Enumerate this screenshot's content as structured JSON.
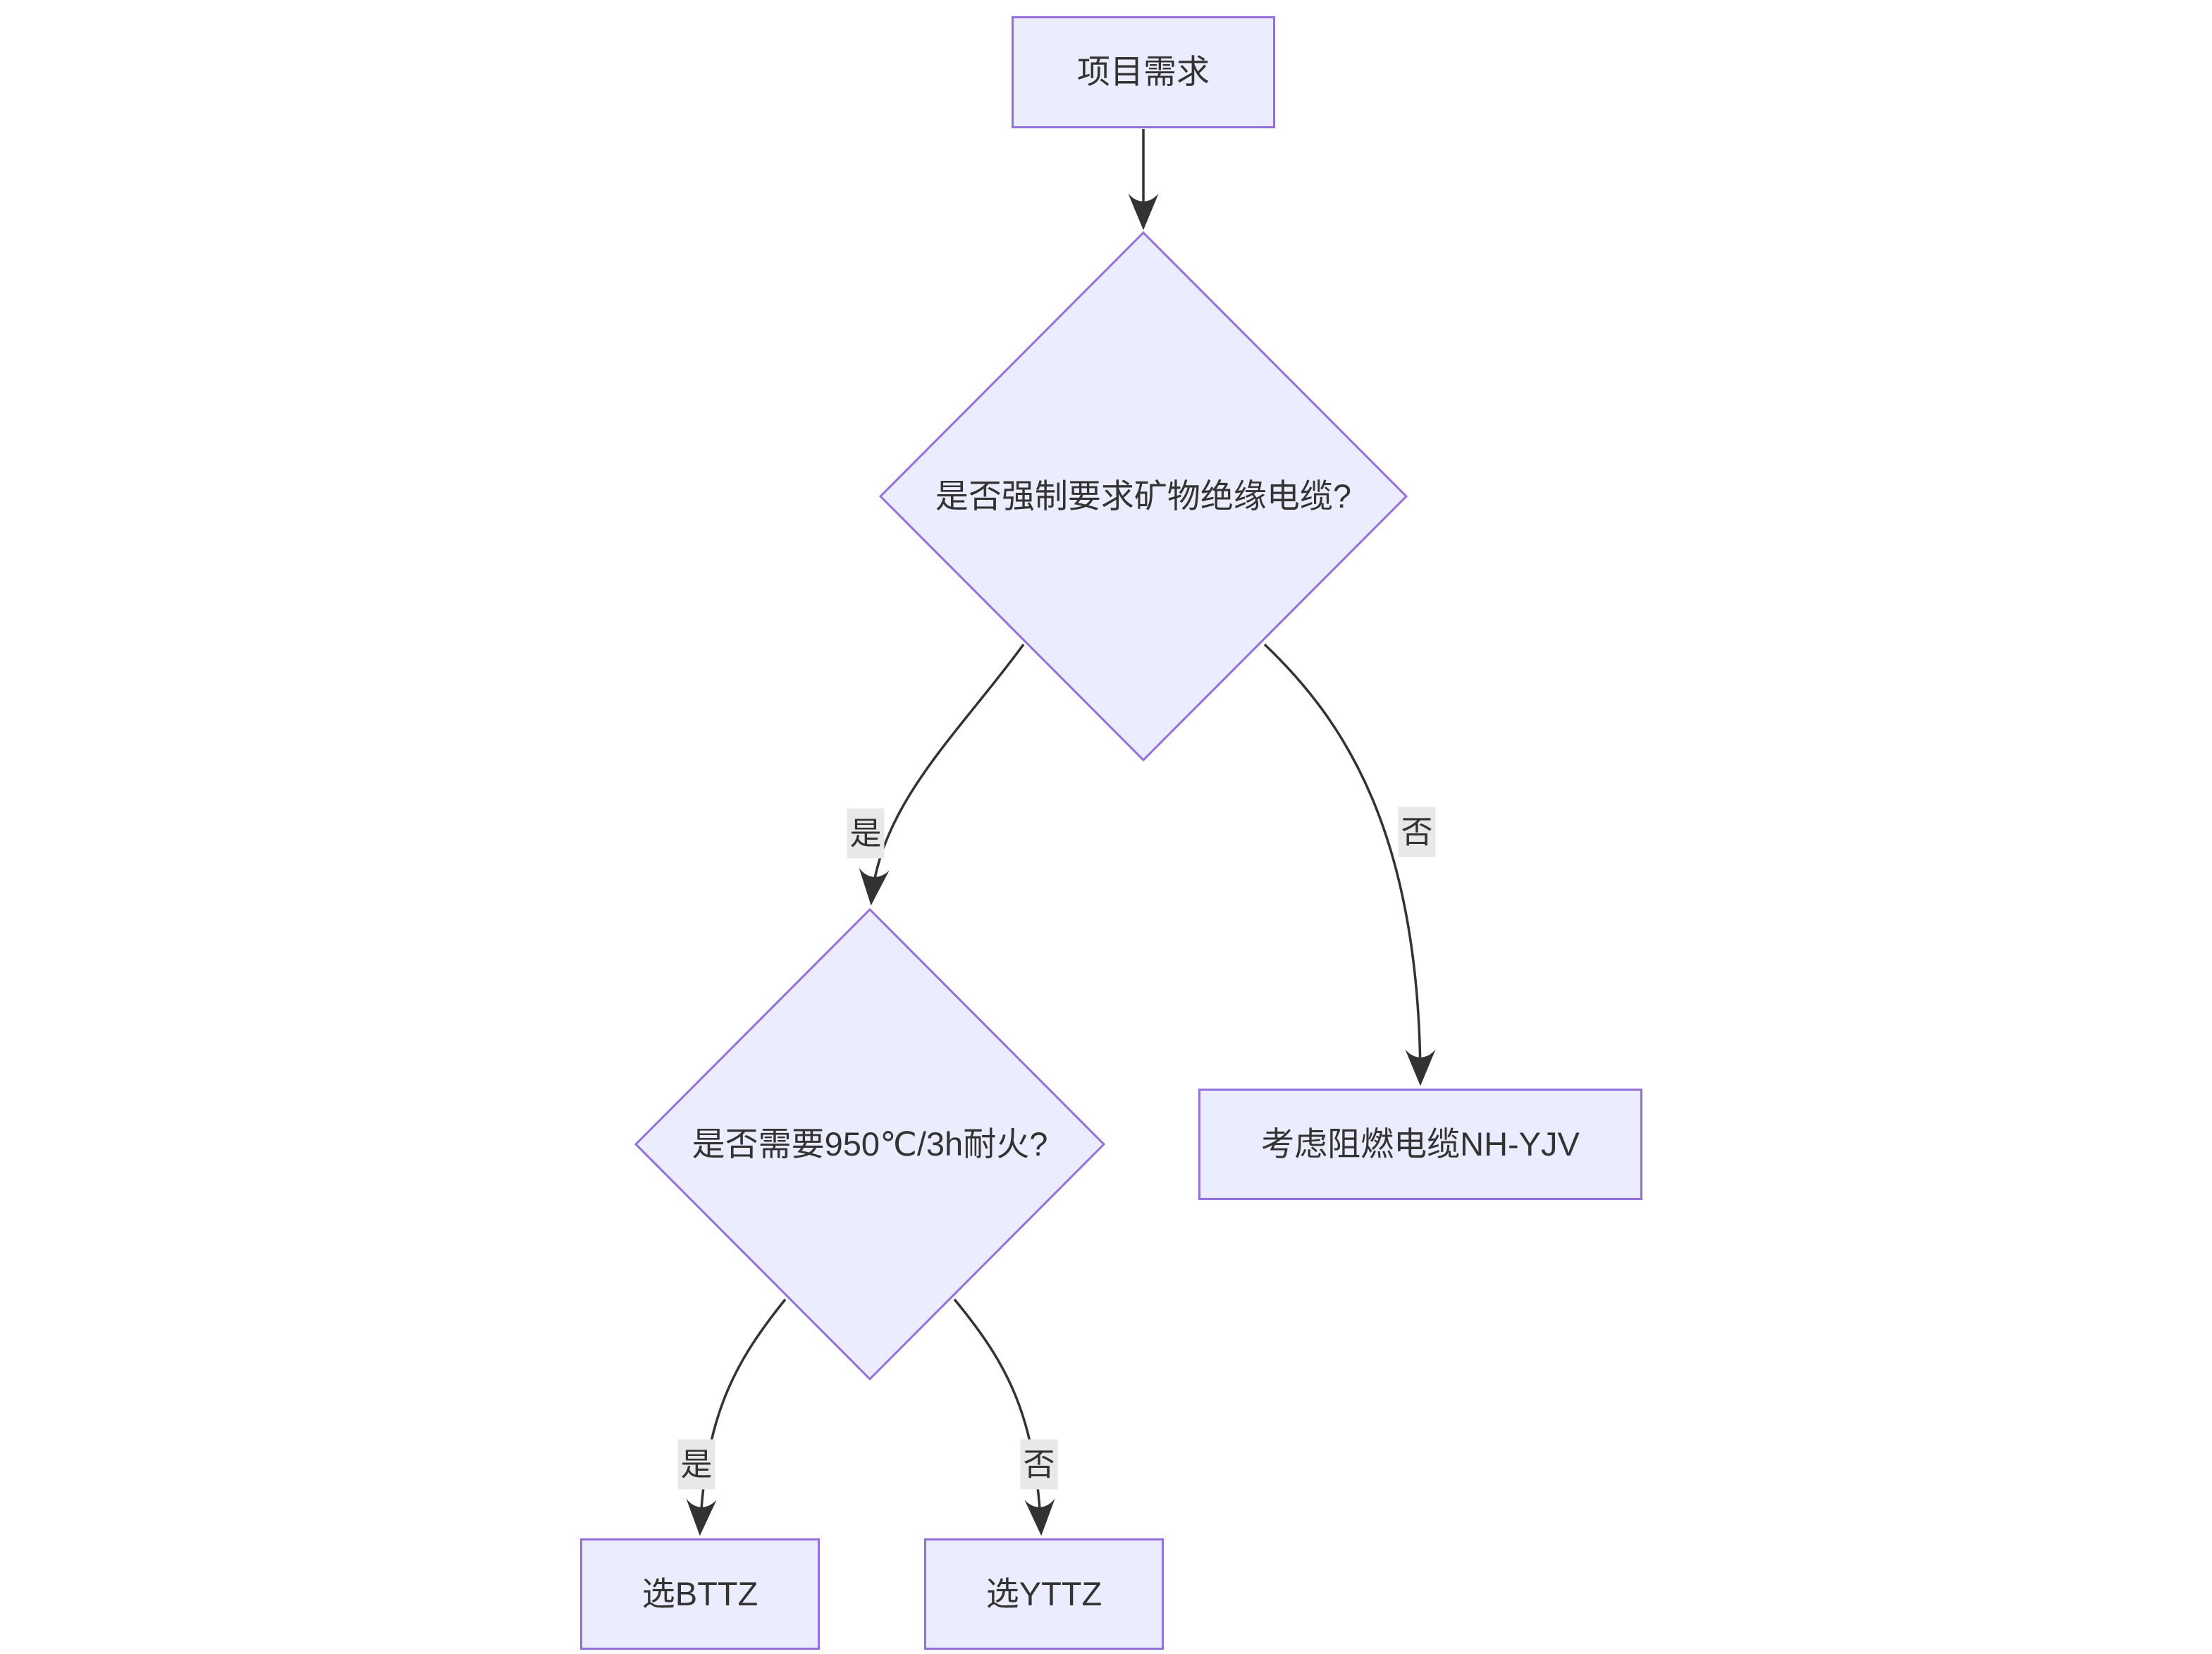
{
  "diagram": {
    "type": "flowchart",
    "direction": "top-down",
    "nodes": [
      {
        "id": "start",
        "shape": "rect",
        "label": "项目需求"
      },
      {
        "id": "q1",
        "shape": "diamond",
        "label": "是否强制要求矿物绝缘电缆?"
      },
      {
        "id": "q2",
        "shape": "diamond",
        "label": "是否需要950℃/3h耐火?"
      },
      {
        "id": "nhyjv",
        "shape": "rect",
        "label": "考虑阻燃电缆NH-YJV"
      },
      {
        "id": "bttz",
        "shape": "rect",
        "label": "选BTTZ"
      },
      {
        "id": "yttz",
        "shape": "rect",
        "label": "选YTTZ"
      }
    ],
    "edges": [
      {
        "from": "start",
        "to": "q1",
        "label": ""
      },
      {
        "from": "q1",
        "to": "q2",
        "label": "是"
      },
      {
        "from": "q1",
        "to": "nhyjv",
        "label": "否"
      },
      {
        "from": "q2",
        "to": "bttz",
        "label": "是"
      },
      {
        "from": "q2",
        "to": "yttz",
        "label": "否"
      }
    ]
  },
  "colors": {
    "node_fill": "#ECECFF",
    "node_border": "#9370DB",
    "edge_color": "#333333",
    "text_color": "#333333",
    "edge_label_bg": "#e8e8e8",
    "background": "#ffffff"
  }
}
